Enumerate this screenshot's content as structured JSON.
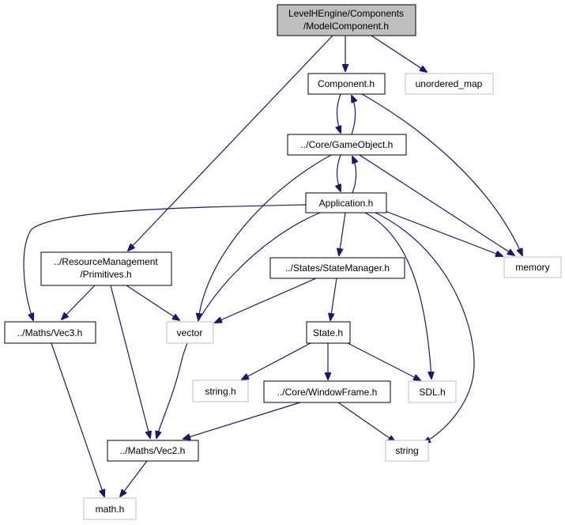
{
  "graph": {
    "edge_color": "#191970",
    "nodes": [
      {
        "id": "model",
        "lines": [
          "LevelHEngine/Components",
          "/ModelComponent.h"
        ],
        "kind": "root"
      },
      {
        "id": "component",
        "lines": [
          "Component.h"
        ],
        "kind": "local"
      },
      {
        "id": "unordered_map",
        "lines": [
          "unordered_map"
        ],
        "kind": "system"
      },
      {
        "id": "gameobject",
        "lines": [
          "../Core/GameObject.h"
        ],
        "kind": "local"
      },
      {
        "id": "application",
        "lines": [
          "Application.h"
        ],
        "kind": "local"
      },
      {
        "id": "memory",
        "lines": [
          "memory"
        ],
        "kind": "system"
      },
      {
        "id": "primitives",
        "lines": [
          "../ResourceManagement",
          "/Primitives.h"
        ],
        "kind": "local"
      },
      {
        "id": "statemanager",
        "lines": [
          "../States/StateManager.h"
        ],
        "kind": "local"
      },
      {
        "id": "vec3",
        "lines": [
          "../Maths/Vec3.h"
        ],
        "kind": "local"
      },
      {
        "id": "vector",
        "lines": [
          "vector"
        ],
        "kind": "system"
      },
      {
        "id": "state",
        "lines": [
          "State.h"
        ],
        "kind": "local"
      },
      {
        "id": "string_h",
        "lines": [
          "string.h"
        ],
        "kind": "system"
      },
      {
        "id": "windowframe",
        "lines": [
          "../Core/WindowFrame.h"
        ],
        "kind": "local"
      },
      {
        "id": "sdl",
        "lines": [
          "SDL.h"
        ],
        "kind": "system"
      },
      {
        "id": "vec2",
        "lines": [
          "../Maths/Vec2.h"
        ],
        "kind": "local"
      },
      {
        "id": "string",
        "lines": [
          "string"
        ],
        "kind": "system"
      },
      {
        "id": "math",
        "lines": [
          "math.h"
        ],
        "kind": "system"
      }
    ]
  }
}
